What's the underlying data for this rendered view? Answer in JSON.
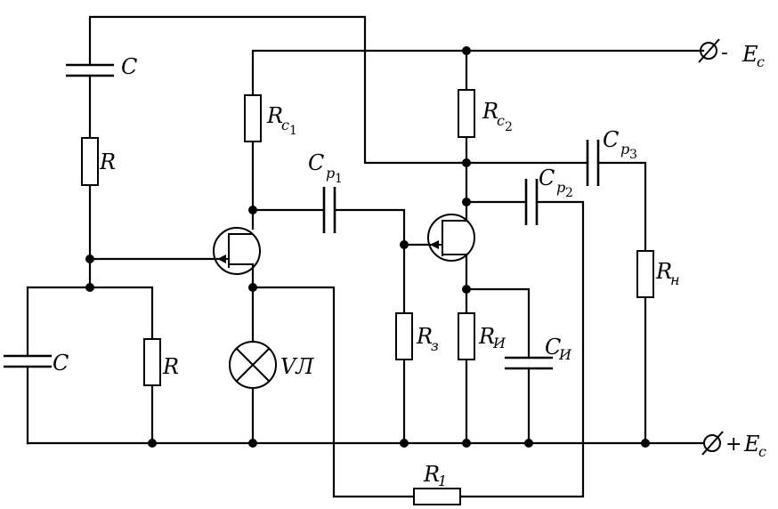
{
  "labels": {
    "c_top": "C",
    "r_top": "R",
    "c_left": "C",
    "r_left": "R",
    "rc1": {
      "main": "R",
      "sub1": "c",
      "sub2": "1"
    },
    "rc2": {
      "main": "R",
      "sub1": "c",
      "sub2": "2"
    },
    "cp1": {
      "main": "C",
      "sub1": "p",
      "sub2": "1"
    },
    "cp2": {
      "main": "C",
      "sub1": "p",
      "sub2": "2"
    },
    "cp3": {
      "main": "C",
      "sub1": "p",
      "sub2": "3"
    },
    "rz": {
      "main": "R",
      "sub": "з"
    },
    "ri": {
      "main": "R",
      "sub": "И"
    },
    "ci": {
      "main": "C",
      "sub": "И"
    },
    "rn": {
      "main": "R",
      "sub": "н"
    },
    "r1": {
      "main": "R",
      "sub": "1"
    },
    "lamp": "VЛ",
    "ec_top": {
      "sign": "-",
      "main": "E",
      "sub": "c"
    },
    "ec_bottom": {
      "sign": "+",
      "main": "E",
      "sub": "c"
    }
  }
}
